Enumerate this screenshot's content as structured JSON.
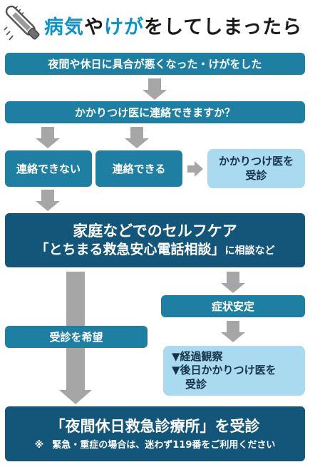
{
  "title": {
    "part1": "病気",
    "part2": "や",
    "part3": "けが",
    "part4": "をしてしまったら"
  },
  "steps": {
    "s1": "夜間や休日に具合が悪くなった・けがをした",
    "s2": "かかりつけ医に連絡できますか？",
    "cannot": "連絡できない",
    "can": "連絡できる",
    "visit_gp_line1": "かかりつけ医を",
    "visit_gp_line2": "受診",
    "selfcare_line1": "家庭などでのセルフケア",
    "selfcare_line2": "「とちまる救急安心電話相談」",
    "selfcare_line2_suffix": "に相談など",
    "want_visit": "受診を希望",
    "stable": "症状安定",
    "observe1": "▼経過観察",
    "observe2": "▼後日かかりつけ医を",
    "observe3": "受診",
    "final_line1": "「夜間休日救急診療所」を受診",
    "final_note_mark": "※",
    "final_note": "緊急・重症の場合は、迷わず119番をご利用ください"
  },
  "colors": {
    "teal": "#1f7fa3",
    "navy": "#14567a",
    "light": "#a9daf0",
    "arrow": "#a6a6a6",
    "accent": "#0e93c9"
  },
  "icons": {
    "header": "thermometer-icon"
  }
}
